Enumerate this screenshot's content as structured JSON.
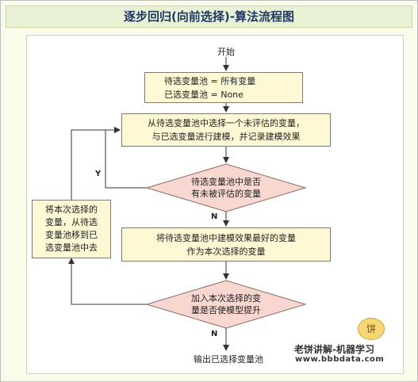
{
  "title": "逐步回归(向前选择)-算法流程图",
  "nodes": {
    "start": "开始",
    "init": [
      "待选变量池 = 所有变量",
      "已选变量池 = None"
    ],
    "loop_step": [
      "从待选变量池中选择一个未评估的变量，",
      "与已选变量进行建模，并记录建模效果"
    ],
    "decision_unevaluated": [
      "待选变量池中是否",
      "有未被评估的变量"
    ],
    "select_best": [
      "将待选变量池中建模效果最好的变量",
      "作为本次选择的变量"
    ],
    "decision_improve": [
      "加入本次选择的变",
      "量是否使模型提升"
    ],
    "move_var": [
      "将本次选择的",
      "变量，从待选",
      "变量池移到已",
      "选变量池中去"
    ],
    "end": "输出已选择变量池"
  },
  "edge_labels": {
    "yes": "Y",
    "no_1": "N",
    "no_2": "N"
  },
  "watermark": {
    "icon_text": "饼",
    "line1": "老饼讲解-机器学习",
    "line2": "www.bbbdata.com"
  },
  "colors": {
    "process_fill": "#fff8d4",
    "decision_fill": "#f7d7cf",
    "title_bg": "#e9f2d4",
    "title_text": "#1f3864"
  }
}
